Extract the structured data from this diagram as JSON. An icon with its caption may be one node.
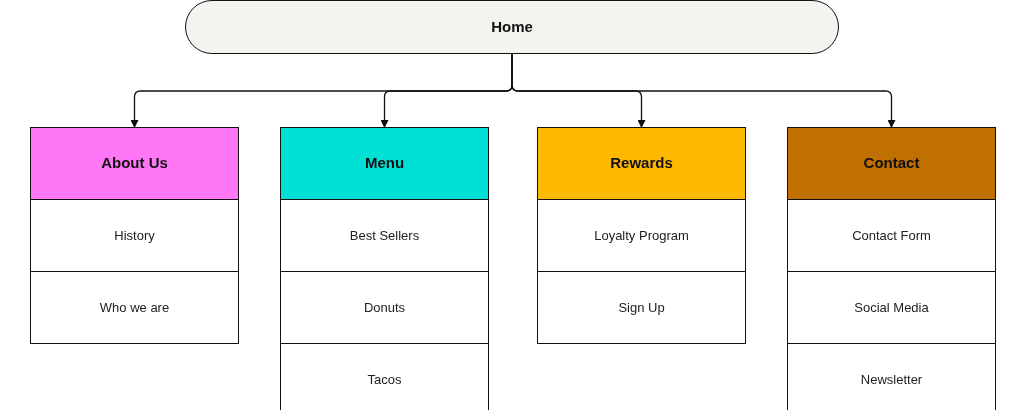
{
  "diagram": {
    "nodes": [
      {
        "text": [
          "Home"
        ]
      },
      {
        "text": [
          "About Us"
        ]
      },
      {
        "text": [
          "History"
        ]
      },
      {
        "text": [
          "Who we are"
        ]
      },
      {
        "text": [
          "Menu"
        ]
      },
      {
        "text": [
          "Best Sellers"
        ]
      },
      {
        "text": [
          "Donuts"
        ]
      },
      {
        "text": [
          "Tacos"
        ]
      },
      {
        "text": [
          "Rewards"
        ]
      },
      {
        "text": [
          "Loyalty Program"
        ]
      },
      {
        "text": [
          "Sign Up"
        ]
      },
      {
        "text": [
          "Contact"
        ]
      },
      {
        "text": [
          "Contact Form"
        ]
      },
      {
        "text": [
          "Social Media"
        ]
      },
      {
        "text": [
          "Newsletter"
        ]
      }
    ],
    "edges": [
      {
        "from": 0,
        "to": 1,
        "arrow": "to"
      },
      {
        "from": 0,
        "to": 4,
        "arrow": "to"
      },
      {
        "from": 0,
        "to": 8,
        "arrow": "to"
      },
      {
        "from": 0,
        "to": 11,
        "arrow": "to"
      }
    ]
  }
}
